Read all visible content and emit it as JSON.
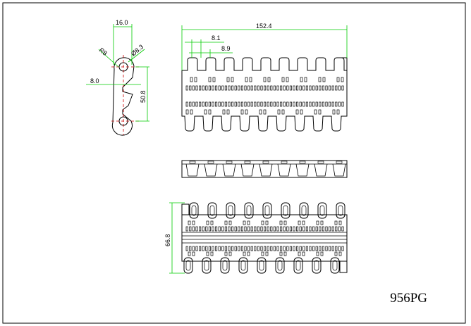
{
  "title": "956PG",
  "colors": {
    "line": "#000000",
    "dimension": "#00cc00",
    "center": "#cc0000",
    "frame": "#000000"
  },
  "end_view": {
    "width_label": "16.0",
    "radius_label": "R8",
    "hole_label": "Ø8.3",
    "offset_label": "8.0",
    "pitch_label": "50.8"
  },
  "top_view": {
    "overall_width_label": "152.4",
    "tab_label_1": "8.1",
    "tab_label_2": "8.9",
    "tab_count": 9
  },
  "bottom_view": {
    "height_label": "66.8"
  }
}
